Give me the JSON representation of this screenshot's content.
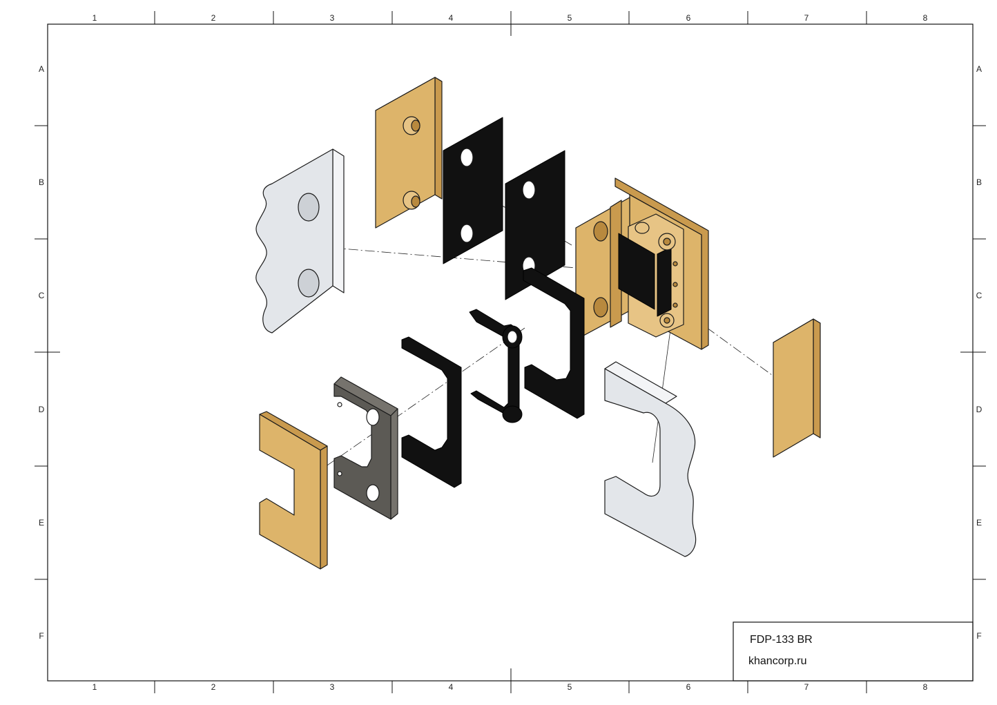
{
  "sheet": {
    "column_labels": [
      "1",
      "2",
      "3",
      "4",
      "5",
      "6",
      "7",
      "8"
    ],
    "row_labels": [
      "A",
      "B",
      "C",
      "D",
      "E",
      "F"
    ]
  },
  "title_block": {
    "part_number": "FDP-133 BR",
    "company": "khancorp.ru"
  },
  "colors": {
    "gold": "#ddb46a",
    "glass": "#e3e6ea",
    "gasket": "#111111",
    "steel": "#5c5a55"
  }
}
